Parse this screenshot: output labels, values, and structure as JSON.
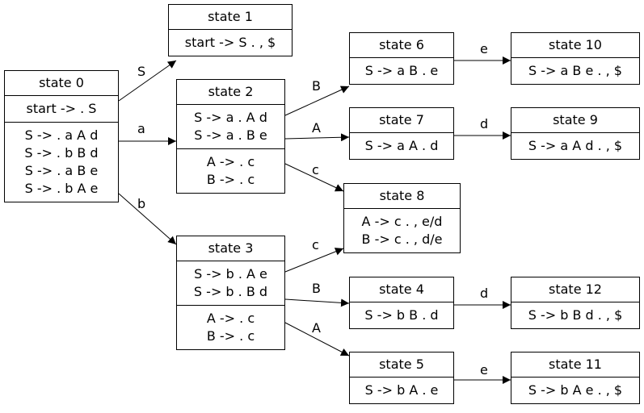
{
  "states": [
    {
      "id": "s0",
      "title": "state 0",
      "sections": [
        [
          "start -> . S"
        ],
        [
          "S -> . a A d",
          "S -> . b B d",
          "S -> . a B e",
          "S -> . b A e"
        ]
      ]
    },
    {
      "id": "s1",
      "title": "state 1",
      "sections": [
        [
          "start -> S . , $"
        ]
      ]
    },
    {
      "id": "s2",
      "title": "state 2",
      "sections": [
        [
          "S -> a . A d",
          "S -> a . B e"
        ],
        [
          "A -> . c",
          "B -> . c"
        ]
      ]
    },
    {
      "id": "s3",
      "title": "state 3",
      "sections": [
        [
          "S -> b . A e",
          "S -> b . B d"
        ],
        [
          "A -> . c",
          "B -> . c"
        ]
      ]
    },
    {
      "id": "s4",
      "title": "state 4",
      "sections": [
        [
          "S -> b B . d"
        ]
      ]
    },
    {
      "id": "s5",
      "title": "state 5",
      "sections": [
        [
          "S -> b A . e"
        ]
      ]
    },
    {
      "id": "s6",
      "title": "state 6",
      "sections": [
        [
          "S -> a B . e"
        ]
      ]
    },
    {
      "id": "s7",
      "title": "state 7",
      "sections": [
        [
          "S -> a A . d"
        ]
      ]
    },
    {
      "id": "s8",
      "title": "state 8",
      "sections": [
        [
          "A -> c . , e/d",
          "B -> c . , d/e"
        ]
      ]
    },
    {
      "id": "s9",
      "title": "state 9",
      "sections": [
        [
          "S -> a A d . , $"
        ]
      ]
    },
    {
      "id": "s10",
      "title": "state 10",
      "sections": [
        [
          "S -> a B e . , $"
        ]
      ]
    },
    {
      "id": "s11",
      "title": "state 11",
      "sections": [
        [
          "S -> b A e . , $"
        ]
      ]
    },
    {
      "id": "s12",
      "title": "state 12",
      "sections": [
        [
          "S -> b B d . , $"
        ]
      ]
    }
  ],
  "edges": [
    {
      "from": "s0",
      "to": "s1",
      "label": "S"
    },
    {
      "from": "s0",
      "to": "s2",
      "label": "a"
    },
    {
      "from": "s0",
      "to": "s3",
      "label": "b"
    },
    {
      "from": "s2",
      "to": "s6",
      "label": "B"
    },
    {
      "from": "s2",
      "to": "s7",
      "label": "A"
    },
    {
      "from": "s2",
      "to": "s8",
      "label": "c"
    },
    {
      "from": "s3",
      "to": "s8",
      "label": "c"
    },
    {
      "from": "s3",
      "to": "s4",
      "label": "B"
    },
    {
      "from": "s3",
      "to": "s5",
      "label": "A"
    },
    {
      "from": "s6",
      "to": "s10",
      "label": "e"
    },
    {
      "from": "s7",
      "to": "s9",
      "label": "d"
    },
    {
      "from": "s4",
      "to": "s12",
      "label": "d"
    },
    {
      "from": "s5",
      "to": "s11",
      "label": "e"
    }
  ]
}
